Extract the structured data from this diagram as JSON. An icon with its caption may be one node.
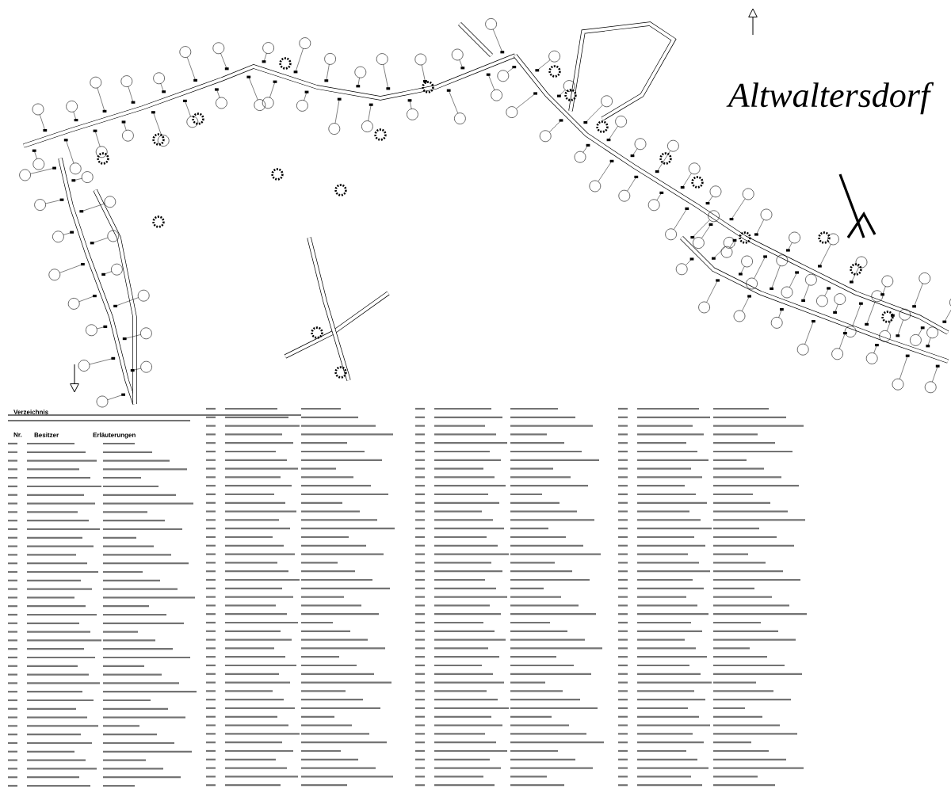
{
  "diagram": {
    "title": "Altwaltersdorf",
    "labels": [
      "Verzeichnis",
      "Nr.",
      "Besitzer",
      "Erläuterungen"
    ]
  }
}
